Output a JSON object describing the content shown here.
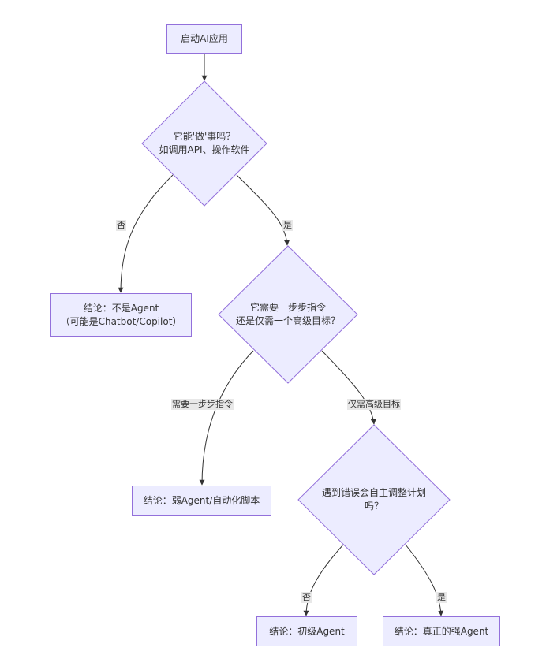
{
  "diagram": {
    "colors": {
      "node_fill": "#ececff",
      "node_border": "#9370db",
      "edge": "#333333",
      "text": "#333333",
      "label_bg": "#e8e8e8"
    },
    "nodes": {
      "start": {
        "line1": "启动AI应用"
      },
      "q1": {
        "line1": "它能'做'事吗？",
        "line2": "如调用API、操作软件"
      },
      "r1": {
        "line1": "结论：不是Agent",
        "line2": "（可能是Chatbot/Copilot）"
      },
      "q2": {
        "line1": "它需要一步步指令",
        "line2": "还是仅需一个高级目标？"
      },
      "r2": {
        "line1": "结论：弱Agent/自动化脚本"
      },
      "q3": {
        "line1": "遇到错误会自主调整计划",
        "line2": "吗？"
      },
      "r3": {
        "line1": "结论：初级Agent"
      },
      "r4": {
        "line1": "结论：真正的强Agent"
      }
    },
    "edge_labels": {
      "q1_no": "否",
      "q1_yes": "是",
      "q2_steps": "需要一步步指令",
      "q2_goal": "仅需高级目标",
      "q3_no": "否",
      "q3_yes": "是"
    }
  }
}
